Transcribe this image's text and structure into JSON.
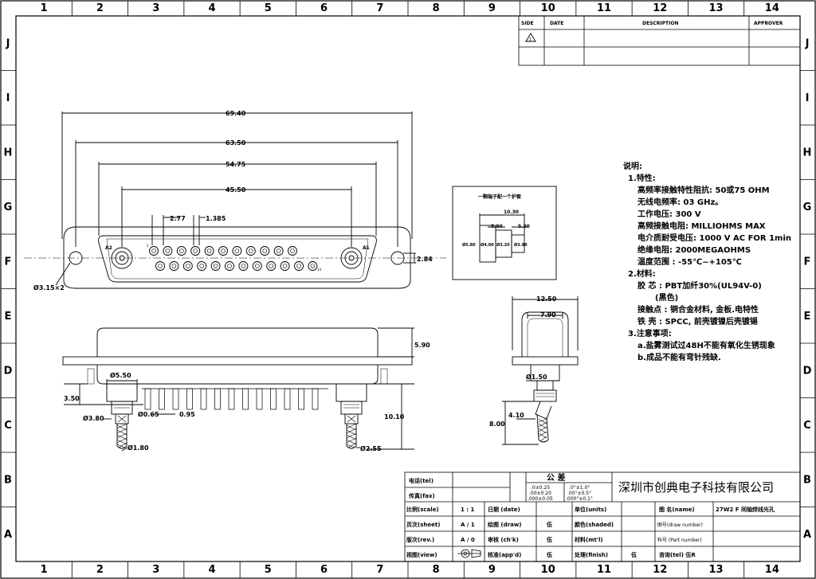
{
  "zones": {
    "columns": [
      "1",
      "2",
      "3",
      "4",
      "5",
      "6",
      "7",
      "8",
      "9",
      "10",
      "11",
      "12",
      "13",
      "14"
    ],
    "rows": [
      "J",
      "I",
      "H",
      "G",
      "F",
      "E",
      "D",
      "C",
      "B",
      "A"
    ]
  },
  "revision": {
    "headers": [
      "SIDE",
      "DATE",
      "DESCRIPTION",
      "APPROVER"
    ],
    "symbol": "1"
  },
  "front_view": {
    "dims": {
      "d1": "69.40",
      "d2": "63.50",
      "d3": "54.75",
      "d4": "45.50",
      "pitch": "2.77",
      "offset": "1.385",
      "height": "2.84",
      "hole": "Ø3.15×2"
    },
    "pin_labels": {
      "a1": "A1",
      "a2": "A2",
      "p1": "1",
      "p14": "14"
    },
    "row1_count": 11,
    "row2_count": 12
  },
  "side_view": {
    "dims": {
      "h": "5.90",
      "a": "Ø5.50",
      "b": "3.50",
      "c": "Ø3.80",
      "d": "Ø0.65",
      "e": "0.95",
      "f": "10.10",
      "g": "Ø1.80",
      "h2": "Ø2.55"
    },
    "pin_count": 13
  },
  "boot_box": {
    "title": "一颗端子配一个护套",
    "dims": {
      "l": "10.30",
      "a": "3.90",
      "b": "5.30",
      "d1": "Ø5.80",
      "d2": "Ø4.00",
      "d3": "Ø3.20",
      "d4": "Ø3.90"
    }
  },
  "end_view": {
    "dims": {
      "w1": "12.50",
      "w2": "7.90",
      "d": "Ø1.50",
      "a": "4.10",
      "b": "8.00"
    }
  },
  "notes": [
    "说明:",
    "1.特性:",
    "高频率接触特性阻抗: 50或75 OHM",
    "无线电频率: 03 GHz。",
    "工作电压: 300 V",
    "高频接触电阻: MILLIOHMS MAX",
    "电介质耐受电压: 1000 V AC FOR 1min",
    "绝缘电阻: 2000MEGAOHMS",
    "温度范围 : -55℃~+105℃",
    "2.材料:",
    "胶 芯 : PBT加纤30%(UL94V-0)",
    "(黑色)",
    "接触点 : 铜合金材料, 金板.电特性",
    "铁 壳 : SPCC, 前壳镀镍后壳镀锡",
    "3.注意事项:",
    "a.盐雾测试过48H不能有氧化生锈现象",
    "b.成品不能有弯针残缺."
  ],
  "title_block": {
    "tel": "电话(tel)",
    "fax": "传真(fax)",
    "tolerance": "公 差",
    "tol1": ".0±0.25",
    "tol2": ".00±0.20",
    "tol3": ".000±0.05",
    "tol4": ".0°±1.0°",
    "tol5": ".00°±0.5°",
    "tol6": ".000°±0.1°",
    "company": "深圳市创典电子科技有限公司",
    "scale_label": "比例(scale)",
    "scale_val": "1 : 1",
    "date_label": "日期 (date)",
    "units_label": "单位(units)",
    "name_label": "图 名(name)",
    "name_val": "27W2 F 同轴焊线光孔",
    "sheet_label": "页次(sheet)",
    "sheet_val": "A / 1",
    "draw_label": "绘图 (draw)",
    "draw_val": "伍",
    "shaded_label": "颜色(shaded)",
    "drawno_label": "图号(draw number)",
    "rev_label": "版次(rev.)",
    "rev_val": "A / 0",
    "check_label": "审核 (ch'k)",
    "check_val": "伍",
    "mat_label": "材料(mt'l)",
    "part_label": "料号 (Part number)",
    "view_label": "视图(view)",
    "appd_label": "核准(app'd)",
    "appd_val": "伍",
    "finish_label": "处理(finish)",
    "finish_val": "伍",
    "ask_label": "咨询(tel) 伍R"
  }
}
